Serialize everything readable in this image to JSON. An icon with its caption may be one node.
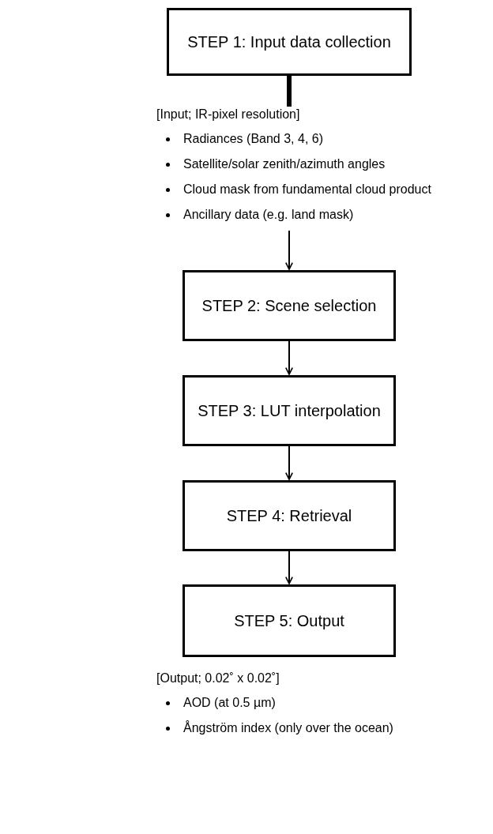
{
  "diagram": {
    "nodes": [
      {
        "text": [
          "STEP 1: Input data collection"
        ]
      },
      {
        "text": [
          "[Input; IR-pixel resolution]",
          "Radiances (Band 3, 4, 6)",
          "Satellite/solar zenith/azimuth angles",
          "Cloud mask from fundamental cloud product",
          "Ancillary data (e.g. land mask)"
        ]
      },
      {
        "text": [
          "STEP 2: Scene selection"
        ]
      },
      {
        "text": [
          "STEP 3: LUT interpolation"
        ]
      },
      {
        "text": [
          "STEP 4: Retrieval"
        ]
      },
      {
        "text": [
          "STEP 5: Output"
        ]
      }
    ],
    "edges": [
      {
        "from": 0,
        "to": 1,
        "arrow": "none",
        "style": "thick"
      },
      {
        "from": 1,
        "to": 2,
        "arrow": "to"
      },
      {
        "from": 2,
        "to": 3,
        "arrow": "to"
      },
      {
        "from": 3,
        "to": 4,
        "arrow": "to"
      },
      {
        "from": 4,
        "to": 5,
        "arrow": "to"
      }
    ],
    "labels": [
      "[Output; 0.02˚ x 0.02˚]",
      "AOD (at 0.5 µm)",
      "Ångström index (only over the ocean)"
    ]
  }
}
